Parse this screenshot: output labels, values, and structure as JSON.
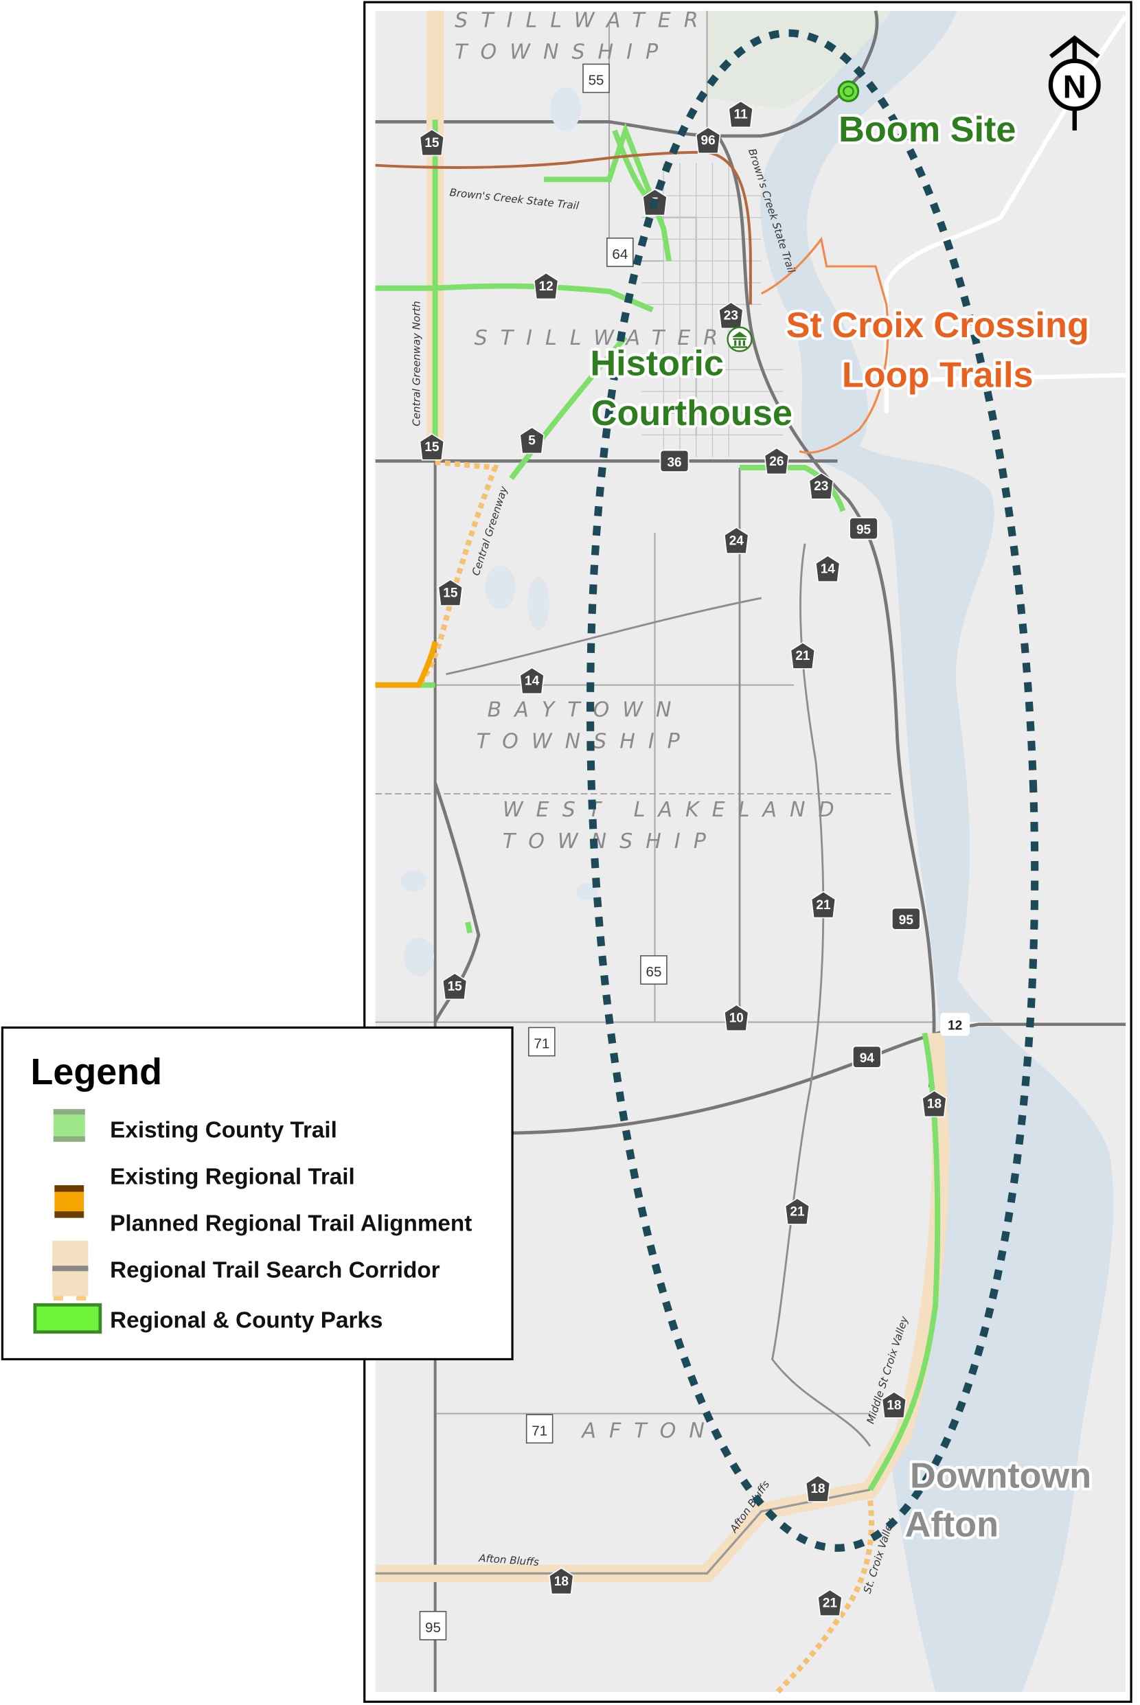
{
  "map": {
    "callouts": {
      "boom_site": "Boom Site",
      "st_croix_1": "St Croix Crossing",
      "st_croix_2": "Loop Trails",
      "courthouse_1": "Historic",
      "courthouse_2": "Courthouse",
      "afton_1": "Downtown",
      "afton_2": "Afton"
    },
    "towns": {
      "stillwater_twp_1": "STILLWATER",
      "stillwater_twp_2": "TOWNSHIP",
      "stillwater": "STILLWATER",
      "baytown_1": "BAYTOWN",
      "baytown_2": "TOWNSHIP",
      "west_lakeland_1": "WEST LAKELAND",
      "west_lakeland_2": "TOWNSHIP",
      "afton": "AFTON"
    },
    "trail_labels": {
      "browns_creek_1": "Brown's Creek State Trail",
      "browns_creek_2": "Brown's Creek State Trail",
      "central_greenway_north": "Central Greenway North",
      "central_greenway": "Central Greenway",
      "middle_st_croix": "Middle St Croix Valley",
      "afton_bluffs_1": "Afton Bluffs",
      "afton_bluffs_2": "Afton Bluffs",
      "st_croix_valley": "St. Croix Valley"
    },
    "north_label": "N",
    "county_shields": [
      "15",
      "5",
      "12",
      "23",
      "96",
      "11",
      "15",
      "5",
      "26",
      "23",
      "24",
      "14",
      "21",
      "15",
      "14",
      "21",
      "15",
      "10",
      "18",
      "21",
      "18",
      "18",
      "18",
      "21"
    ],
    "county_road_squares": [
      "55",
      "64",
      "65",
      "71",
      "71",
      "95"
    ],
    "highways": [
      "36",
      "95",
      "95",
      "12",
      "94"
    ],
    "colors": {
      "ellipse": "#1c4a58",
      "boom_site": "#2e7d1e",
      "st_croix": "#e8611e",
      "downtown_afton": "#8c8c8c",
      "river": "#d6e1ea",
      "county_trail": "#7ee06a",
      "regional_trail": "#f5a500",
      "search_corridor": "#f4dfc0"
    }
  },
  "legend": {
    "title": "Legend",
    "items": [
      {
        "label": "Existing County Trail"
      },
      {
        "label": "Existing Regional Trail"
      },
      {
        "label": "Planned Regional Trail Alignment"
      },
      {
        "label": "Regional Trail Search Corridor"
      },
      {
        "label": "Regional & County Parks"
      }
    ]
  }
}
